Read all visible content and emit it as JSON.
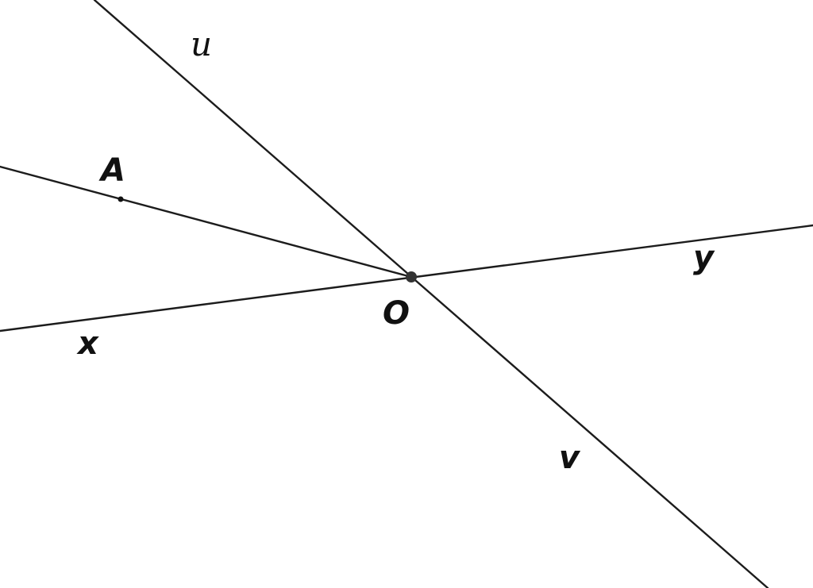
{
  "diagram": {
    "labels": {
      "u": "u",
      "A": "A",
      "y": "y",
      "O": "O",
      "x": "x",
      "v": "v"
    },
    "colors": {
      "line": "#1c1c1c",
      "point_O": "#333333",
      "point_A": "#111111",
      "text": "#111111",
      "background": "#ffffff"
    }
  }
}
